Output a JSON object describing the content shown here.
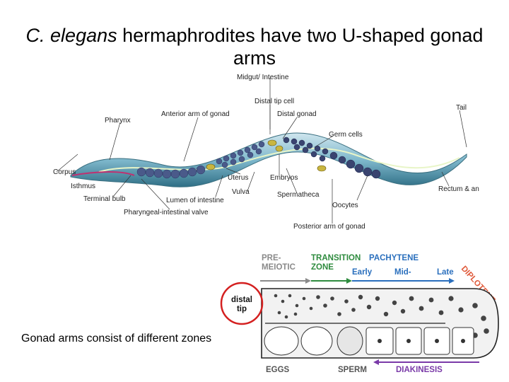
{
  "title": {
    "species": "C. elegans",
    "rest": " hermaphrodites have two U-shaped gonad arms"
  },
  "worm_labels": {
    "midgut": "Midgut/ Intestine",
    "distal_tip_cell": "Distal tip cell",
    "tail": "Tail",
    "pharynx": "Pharynx",
    "anterior_arm": "Anterior arm of gonad",
    "distal_gonad": "Distal gonad",
    "germ_cells": "Germ cells",
    "corpus": "Corpus",
    "isthmus": "Isthmus",
    "uterus": "Uterus",
    "embryos": "Embryos",
    "terminal_bulb": "Terminal bulb",
    "vulva": "Vulva",
    "spermatheca": "Spermatheca",
    "rectum": "Rectum & an",
    "lumen": "Lumen of intestine",
    "oocytes": "Oocytes",
    "pi_valve": "Pharyngeal-intestinal valve",
    "posterior_arm": "Posterior arm of gonad"
  },
  "zones": {
    "premeiotic": [
      "PRE-",
      "MEIOTIC"
    ],
    "transition": [
      "TRANSITION",
      "ZONE"
    ],
    "pachytene": "PACHYTENE",
    "early": "Early",
    "mid": "Mid-",
    "late": "Late",
    "diplotene": "DIPLOTENE",
    "distal_tip": [
      "distal",
      "tip"
    ],
    "eggs": "EGGS",
    "sperm": "SPERM",
    "diakinesis": "DIAKINESIS"
  },
  "colors": {
    "premeiotic": "#8a8a8a",
    "transition": "#2e8b3e",
    "pachytene": "#2a6fbd",
    "diplotene": "#e05a3a",
    "diakinesis": "#7a3aa8",
    "circle": "#d42020"
  },
  "caption": "Gonad arms consist of different zones"
}
